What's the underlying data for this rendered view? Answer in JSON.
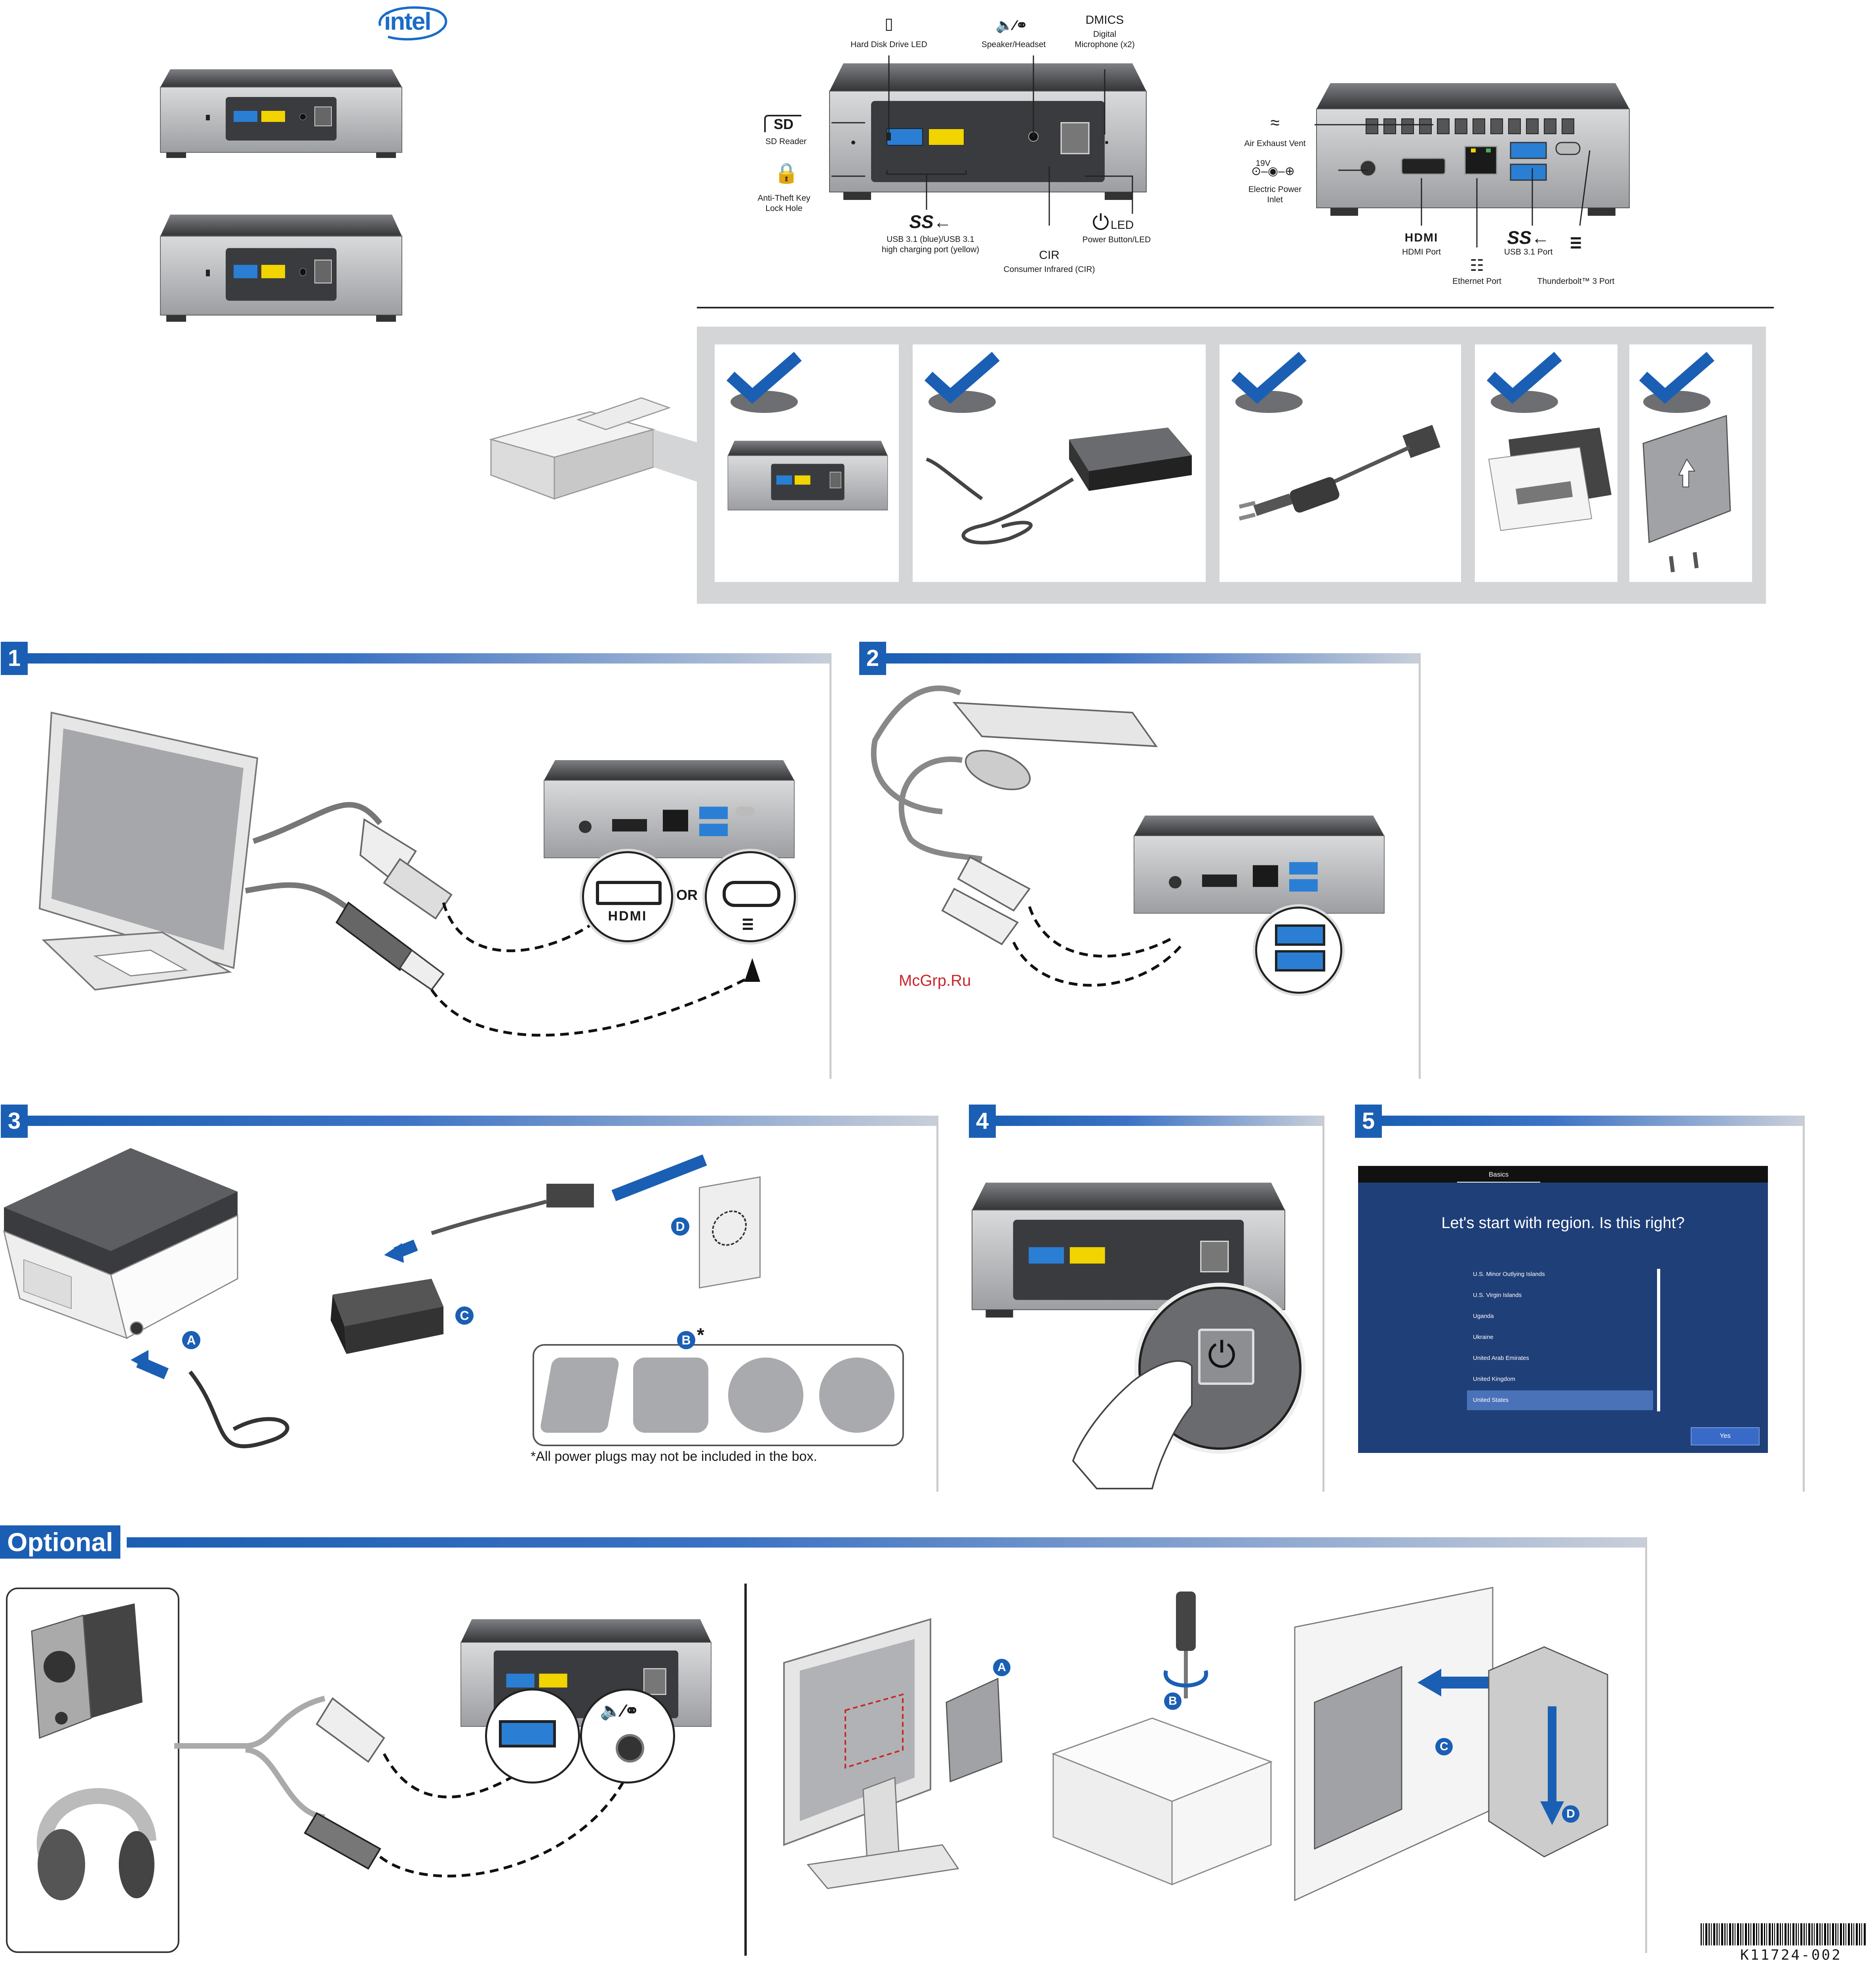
{
  "brand": {
    "logo_text": "intel"
  },
  "front_panel": {
    "hdd_led": "Hard Disk Drive LED",
    "speaker": "Speaker/Headset",
    "dmics_title": "DMICS",
    "dmics_desc1": "Digital",
    "dmics_desc2": "Microphone (x2)",
    "sd_icon": "SD",
    "sd_reader": "SD Reader",
    "antitheft1": "Anti-Theft Key",
    "antitheft2": "Lock Hole",
    "usb_line1": "USB 3.1 (blue)/USB 3.1",
    "usb_line2": "high charging port (yellow)",
    "led_label": "LED",
    "power_button": "Power Button/LED",
    "cir_title": "CIR",
    "cir_desc": "Consumer Infrared (CIR)"
  },
  "rear_panel": {
    "air_vent": "Air Exhaust Vent",
    "power_inlet_volt": "19V",
    "power_inlet1": "Electric Power",
    "power_inlet2": "Inlet",
    "hdmi_logo": "HDMI",
    "hdmi_port": "HDMI Port",
    "usb_port": "USB 3.1 Port",
    "thunderbolt": "Thunderbolt™ 3 Port",
    "ethernet": "Ethernet Port"
  },
  "box_contents": {
    "items": [
      "NUC",
      "Power adapter",
      "Power cord",
      "Documentation",
      "VESA bracket"
    ]
  },
  "steps": {
    "s1": {
      "num": "1",
      "or_label": "OR",
      "hdmi_logo": "HDMI"
    },
    "s2": {
      "num": "2",
      "watermark": "McGrp.Ru"
    },
    "s3": {
      "num": "3",
      "marker_a": "A",
      "marker_b": "B",
      "marker_b_star": "*",
      "marker_c": "C",
      "marker_d": "D",
      "plug_note": "*All power plugs may not be included in the box."
    },
    "s4": {
      "num": "4"
    },
    "s5": {
      "num": "5",
      "tab": "Basics",
      "heading": "Let's start with region.  Is this right?",
      "regions": [
        "U.S. Minor Outlying Islands",
        "U.S. Virgin Islands",
        "Uganda",
        "Ukraine",
        "United Arab Emirates",
        "United Kingdom",
        "United States"
      ],
      "selected": "United States",
      "yes_button": "Yes"
    }
  },
  "optional": {
    "title": "Optional",
    "marker_a": "A",
    "marker_b": "B",
    "marker_c": "C",
    "marker_d": "D"
  },
  "barcode": {
    "code": "K11724-002"
  },
  "colors": {
    "brand_blue": "#1b5fb4",
    "usb_blue": "#2a7fd4",
    "usb_yellow": "#f1d400",
    "screen_blue": "#1f3f78"
  }
}
